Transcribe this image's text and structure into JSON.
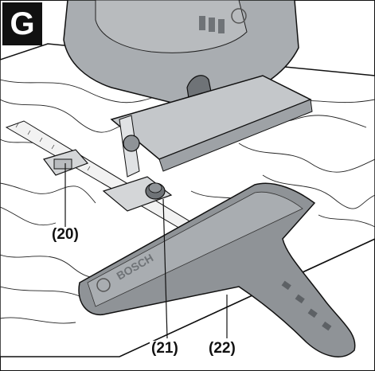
{
  "figure": {
    "letter": "G",
    "callouts": [
      {
        "id": "callout-20",
        "label": "(20)"
      },
      {
        "id": "callout-21",
        "label": "(21)"
      },
      {
        "id": "callout-22",
        "label": "(22)"
      }
    ],
    "brand_mark": "BOSCH",
    "colors": {
      "line": "#111111",
      "tool_body": "#a9adb1",
      "tool_dark": "#6f7377",
      "base_plate": "#c4c7ca",
      "guide": "#8f9397",
      "badge_bg": "#111111",
      "badge_fg": "#ffffff"
    }
  }
}
